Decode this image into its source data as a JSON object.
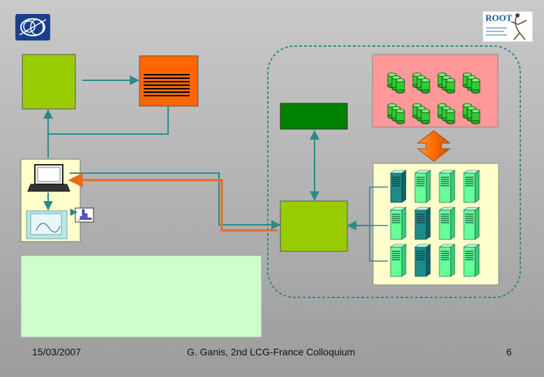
{
  "footer": {
    "date": "15/03/2007",
    "author": "G. Ganis, 2nd LCG-France Colloquium",
    "page": "6"
  },
  "logos": {
    "left_icon": "cern-logo",
    "right_text": "ROOT"
  },
  "colors": {
    "accent_green": "#99cc00",
    "dark_green": "#008000",
    "orange": "#ff6600",
    "teal_line": "#2a8a8a",
    "orange_line": "#e86a1f",
    "storage_bg": "#ff9999",
    "farm_bg": "#ffffcc",
    "text_box_bg": "#ccffcc",
    "server_green": "#66ff99",
    "server_teal": "#1f8a8a"
  },
  "diagram": {
    "storage_disks_rows": 2,
    "storage_disks_cols": 4,
    "farm_rows": 3,
    "farm_cols": 4,
    "farm_highlighted": [
      [
        0,
        0
      ],
      [
        1,
        1
      ],
      [
        2,
        1
      ]
    ]
  }
}
